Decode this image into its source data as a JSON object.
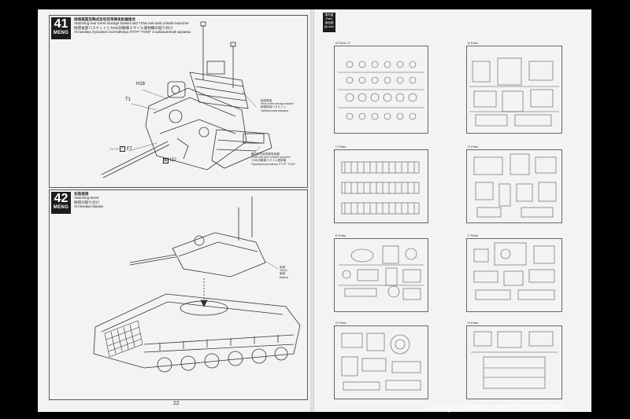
{
  "left_page": {
    "step41": {
      "number": "41",
      "brand": "MENG",
      "title_zh": "炮塔尾篮及陶式反坦克导弹发射器组合",
      "title_en": "Attaching rear turret storage basket and TOW anti-tank missile launcher",
      "title_jp": "砲塔後部バスケットとTOW対戦車ミサイル発射機の取り付け",
      "title_ru": "Установка пускового контейнера ПТУР \"TOW\" и забашенной корзины",
      "labels": {
        "h16": "H16",
        "t1": "T1",
        "h22": "H22",
        "f7": "F7",
        "f7_ref": "T1 F73"
      },
      "note_basket": [
        "炮塔尾篮",
        "Rear turret storage basket",
        "砲塔後部バスケット",
        "Забашенная корзина"
      ],
      "note_launcher": [
        "陶式反坦克导弹发射器",
        "TOW anti-tank missile launcher",
        "TOW対戦車ミサイル発射機",
        "Пусковой контейнер ПТУР \"TOW\""
      ]
    },
    "step42": {
      "number": "42",
      "brand": "MENG",
      "title_zh": "安装炮塔",
      "title_en": "Attaching turret",
      "title_jp": "砲塔の取り付け",
      "title_ru": "Установка башни",
      "note_turret": [
        "炮塔",
        "Turret",
        "砲塔",
        "Башня"
      ]
    },
    "page_number": "22"
  },
  "right_page": {
    "header": [
      "零件图",
      "Parts",
      "部品図",
      "Детали"
    ],
    "sprues": [
      {
        "name": "A Parts ×2"
      },
      {
        "name": "B Parts"
      },
      {
        "name": "C Parts"
      },
      {
        "name": "D Parts"
      },
      {
        "name": "E Parts"
      },
      {
        "name": "F Parts"
      },
      {
        "name": "G Parts"
      },
      {
        "name": "H Parts"
      }
    ]
  },
  "watermark": "© https://www.metaltankmodels"
}
